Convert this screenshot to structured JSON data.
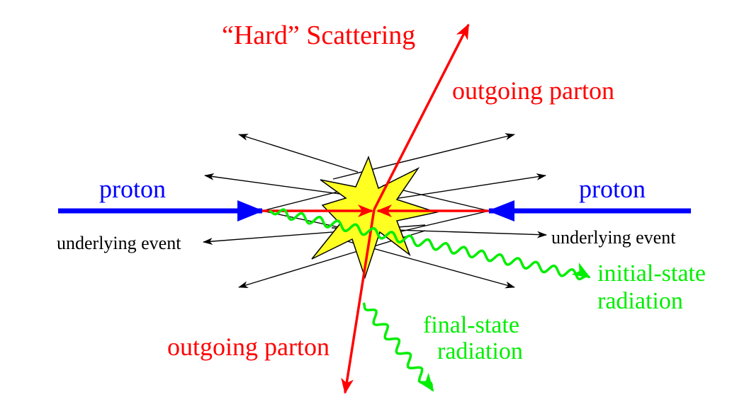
{
  "labels": {
    "title": "“Hard” Scattering",
    "outgoing_parton_top": "outgoing parton",
    "outgoing_parton_bottom": "outgoing parton",
    "proton_left": "proton",
    "proton_right": "proton",
    "underlying_event_left": "underlying event",
    "underlying_event_right": "underlying event",
    "initial_state_line1": "initial-state",
    "initial_state_line2": "radiation",
    "final_state_line1": "final-state",
    "final_state_line2": "radiation"
  },
  "colors": {
    "parton": "#ff0000",
    "proton": "#0000ff",
    "radiation": "#00ee00",
    "underlying": "#000000",
    "burst_fill": "#ffff22",
    "burst_stroke": "#000000"
  }
}
